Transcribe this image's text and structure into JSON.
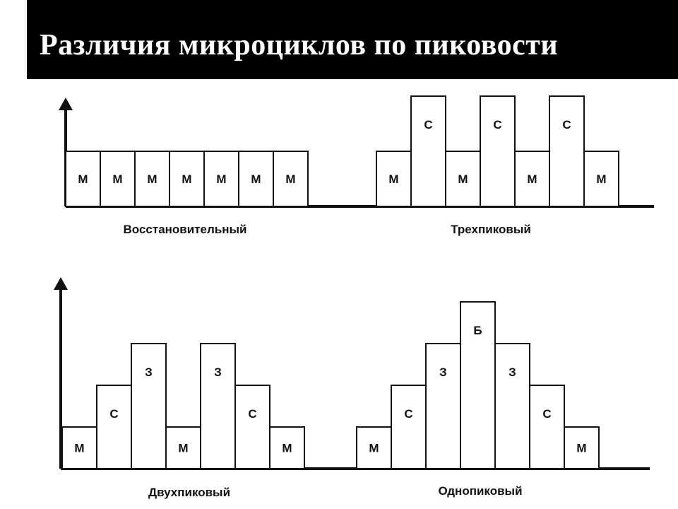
{
  "slide": {
    "title": "Различия микроциклов по пиковости"
  },
  "colors": {
    "title_band": "#000000",
    "title_text": "#ffffff",
    "ink": "#111111",
    "bar_fill": "#ffffff"
  },
  "chart_data": [
    {
      "type": "bar",
      "title": "Восстановительный",
      "categories": [
        "М",
        "М",
        "М",
        "М",
        "М",
        "М",
        "М"
      ],
      "values": [
        1,
        1,
        1,
        1,
        1,
        1,
        1
      ]
    },
    {
      "type": "bar",
      "title": "Трехпиковый",
      "categories": [
        "М",
        "С",
        "М",
        "С",
        "М",
        "С",
        "М"
      ],
      "values": [
        1,
        2,
        1,
        2,
        1,
        2,
        1
      ]
    },
    {
      "type": "bar",
      "title": "Двухпиковый",
      "categories": [
        "М",
        "С",
        "З",
        "М",
        "З",
        "С",
        "М"
      ],
      "values": [
        1,
        2,
        3,
        1,
        3,
        2,
        1
      ]
    },
    {
      "type": "bar",
      "title": "Однопиковый",
      "categories": [
        "М",
        "С",
        "З",
        "Б",
        "З",
        "С",
        "М"
      ],
      "values": [
        1,
        2,
        3,
        4,
        3,
        2,
        1
      ]
    }
  ]
}
